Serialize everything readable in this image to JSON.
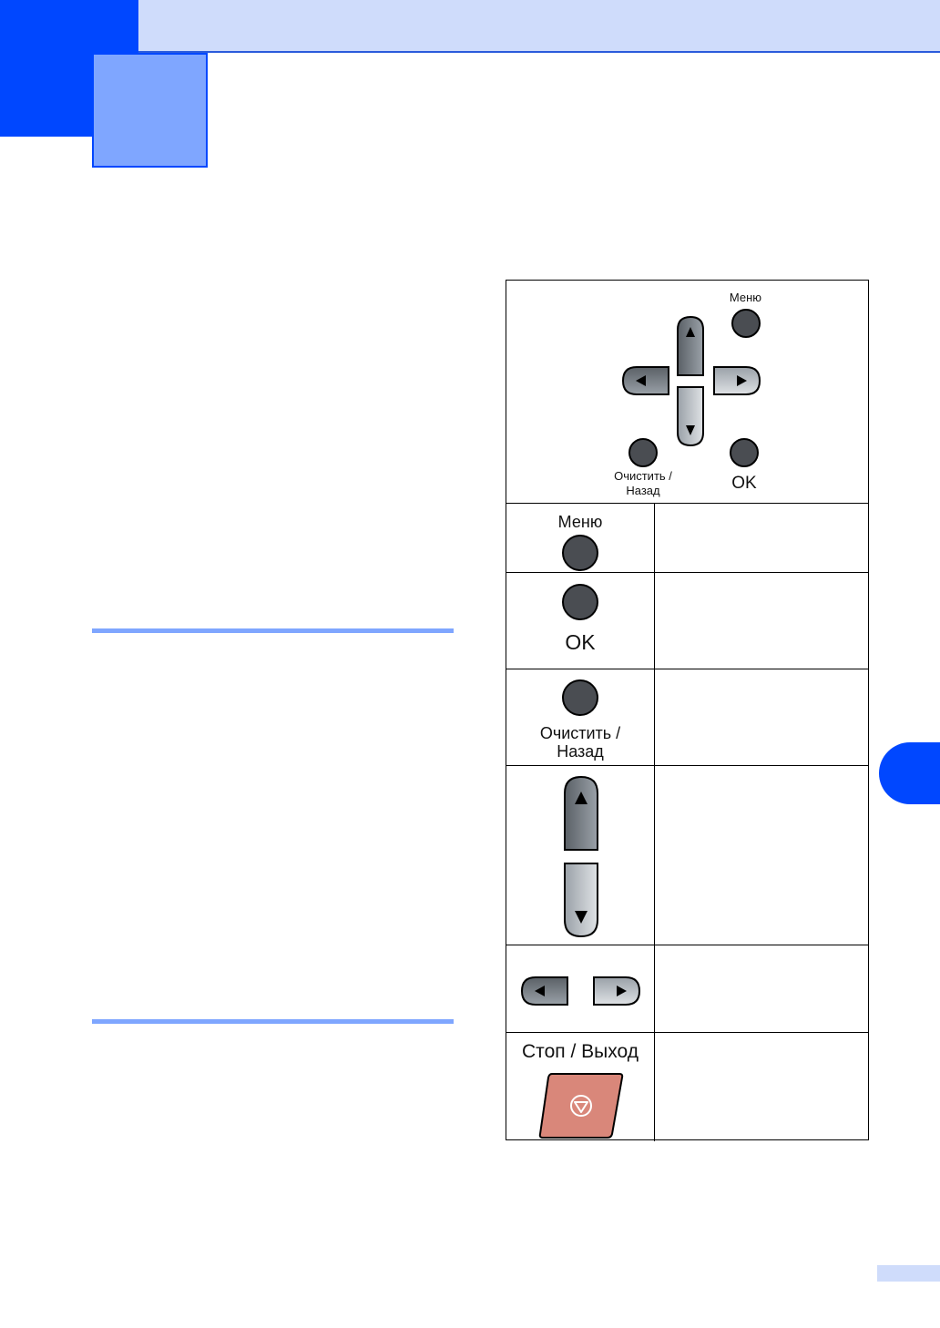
{
  "overview_panel": {
    "menu_label": "Меню",
    "clear_label_line1": "Очистить /",
    "clear_label_line2": "Назад",
    "ok_label": "OK"
  },
  "key_table": [
    {
      "key": "Меню",
      "description": ""
    },
    {
      "key": "OK",
      "description": ""
    },
    {
      "key_line1": "Очистить /",
      "key_line2": "Назад",
      "description": ""
    },
    {
      "key": "up-down-arrows",
      "description": ""
    },
    {
      "key": "left-right-arrows",
      "description": ""
    },
    {
      "key": "Стоп / Выход",
      "description": ""
    }
  ],
  "colors": {
    "accent_blue": "#0047ff",
    "light_blue": "#7fa6ff",
    "pale_blue": "#cfdcfb",
    "stop_button": "#d9877a"
  }
}
